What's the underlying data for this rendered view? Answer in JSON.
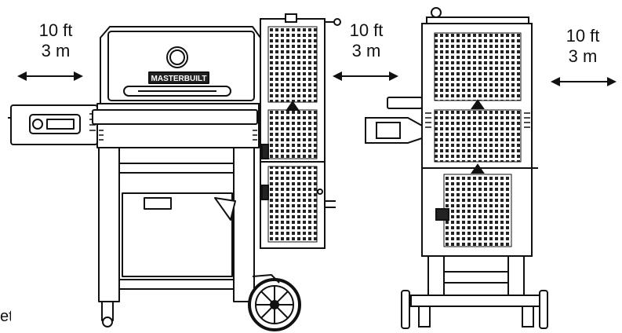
{
  "clearance": [
    {
      "distance": "10 ft",
      "metric": "3 m"
    },
    {
      "distance": "10 ft",
      "metric": "3 m"
    },
    {
      "distance": "10 ft",
      "metric": "3 m"
    }
  ],
  "lid_badge": "MASTERBUILT",
  "stray_text": "et",
  "icons": [
    "double-arrow-icon",
    "front-grill-drawing",
    "side-grill-drawing"
  ]
}
